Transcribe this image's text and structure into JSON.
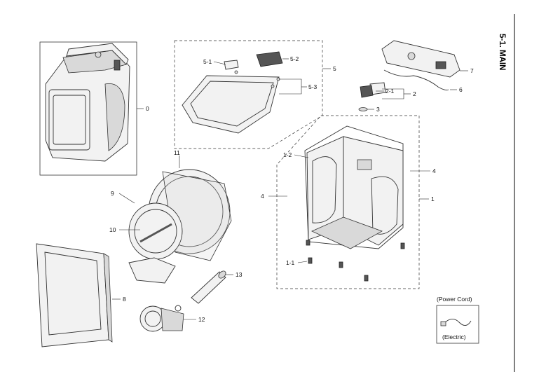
{
  "section_title": "5-1. MAIN",
  "callouts": {
    "c0": "0",
    "c1": "1",
    "c1_1": "1-1",
    "c1_2": "1-2",
    "c2": "2",
    "c2_1": "2-1",
    "c3": "3",
    "c4_left": "4",
    "c4_right": "4",
    "c5": "5",
    "c5_1": "5-1",
    "c5_2": "5-2",
    "c5_3": "5-3",
    "c6": "6",
    "c7": "7",
    "c8": "8",
    "c9": "9",
    "c10": "10",
    "c11": "11",
    "c12": "12",
    "c13": "13"
  },
  "power_cord": {
    "title": "(Power Cord)",
    "caption": "(Electric)"
  }
}
